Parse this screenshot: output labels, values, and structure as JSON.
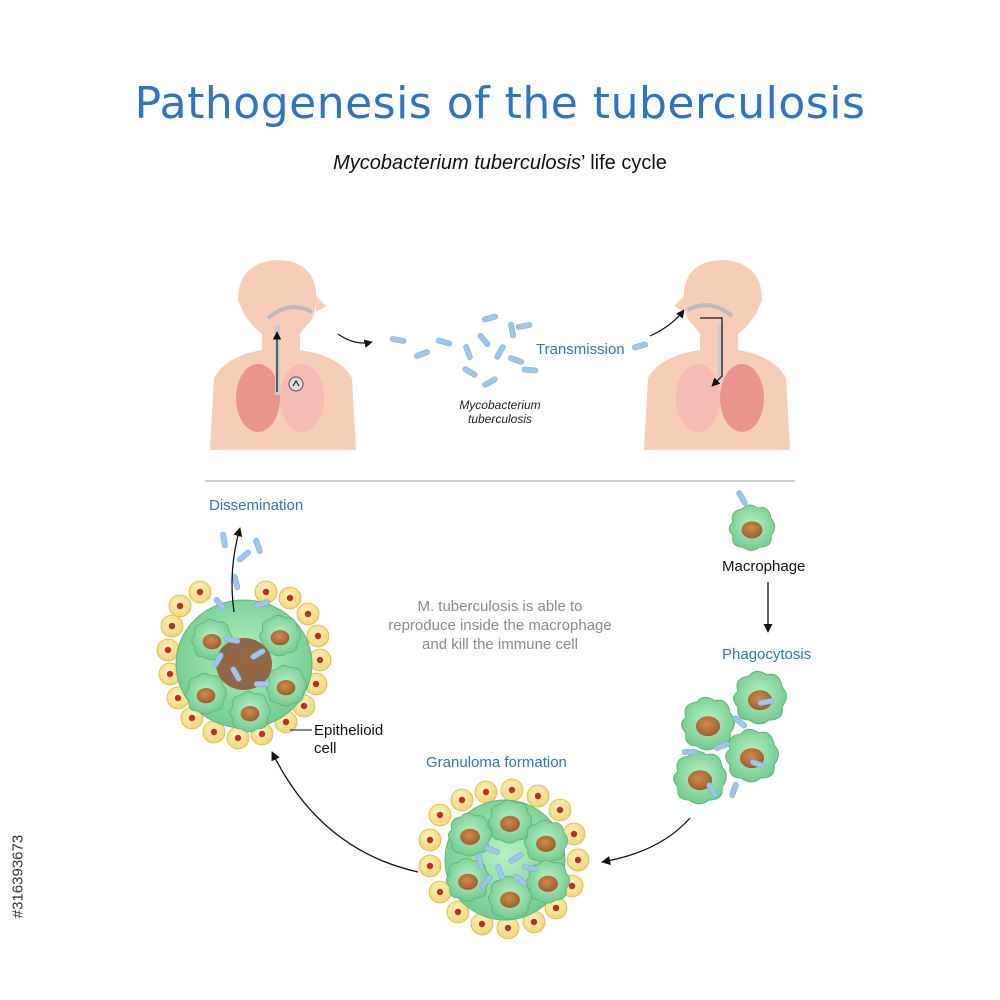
{
  "title": "Pathogenesis of the tuberculosis",
  "subtitle": {
    "italic": "Mycobacterium tuberculosis",
    "rest": "’ life cycle"
  },
  "labels": {
    "transmission": "Transmission",
    "mycobacterium_line1": "Mycobacterium",
    "mycobacterium_line2": "tuberculosis",
    "dissemination": "Dissemination",
    "macrophage": "Macrophage",
    "phagocytosis": "Phagocytosis",
    "granuloma_formation": "Granuloma formation",
    "epithelioid_line1": "Epithelioid",
    "epithelioid_line2": "cell"
  },
  "note": {
    "line1": "M. tuberculosis is able to",
    "line2": "reproduce inside the macrophage",
    "line3": "and kill the immune cell"
  },
  "stock_id": "#316393673",
  "colors": {
    "title_blue": "#2f74c0",
    "skin": "#f6cdb7",
    "bacteria": "#9fc6ea",
    "macrophage_green": "#8fdca6",
    "nucleus": "#b8733b",
    "epithelioid_yellow": "#f7e38c"
  }
}
